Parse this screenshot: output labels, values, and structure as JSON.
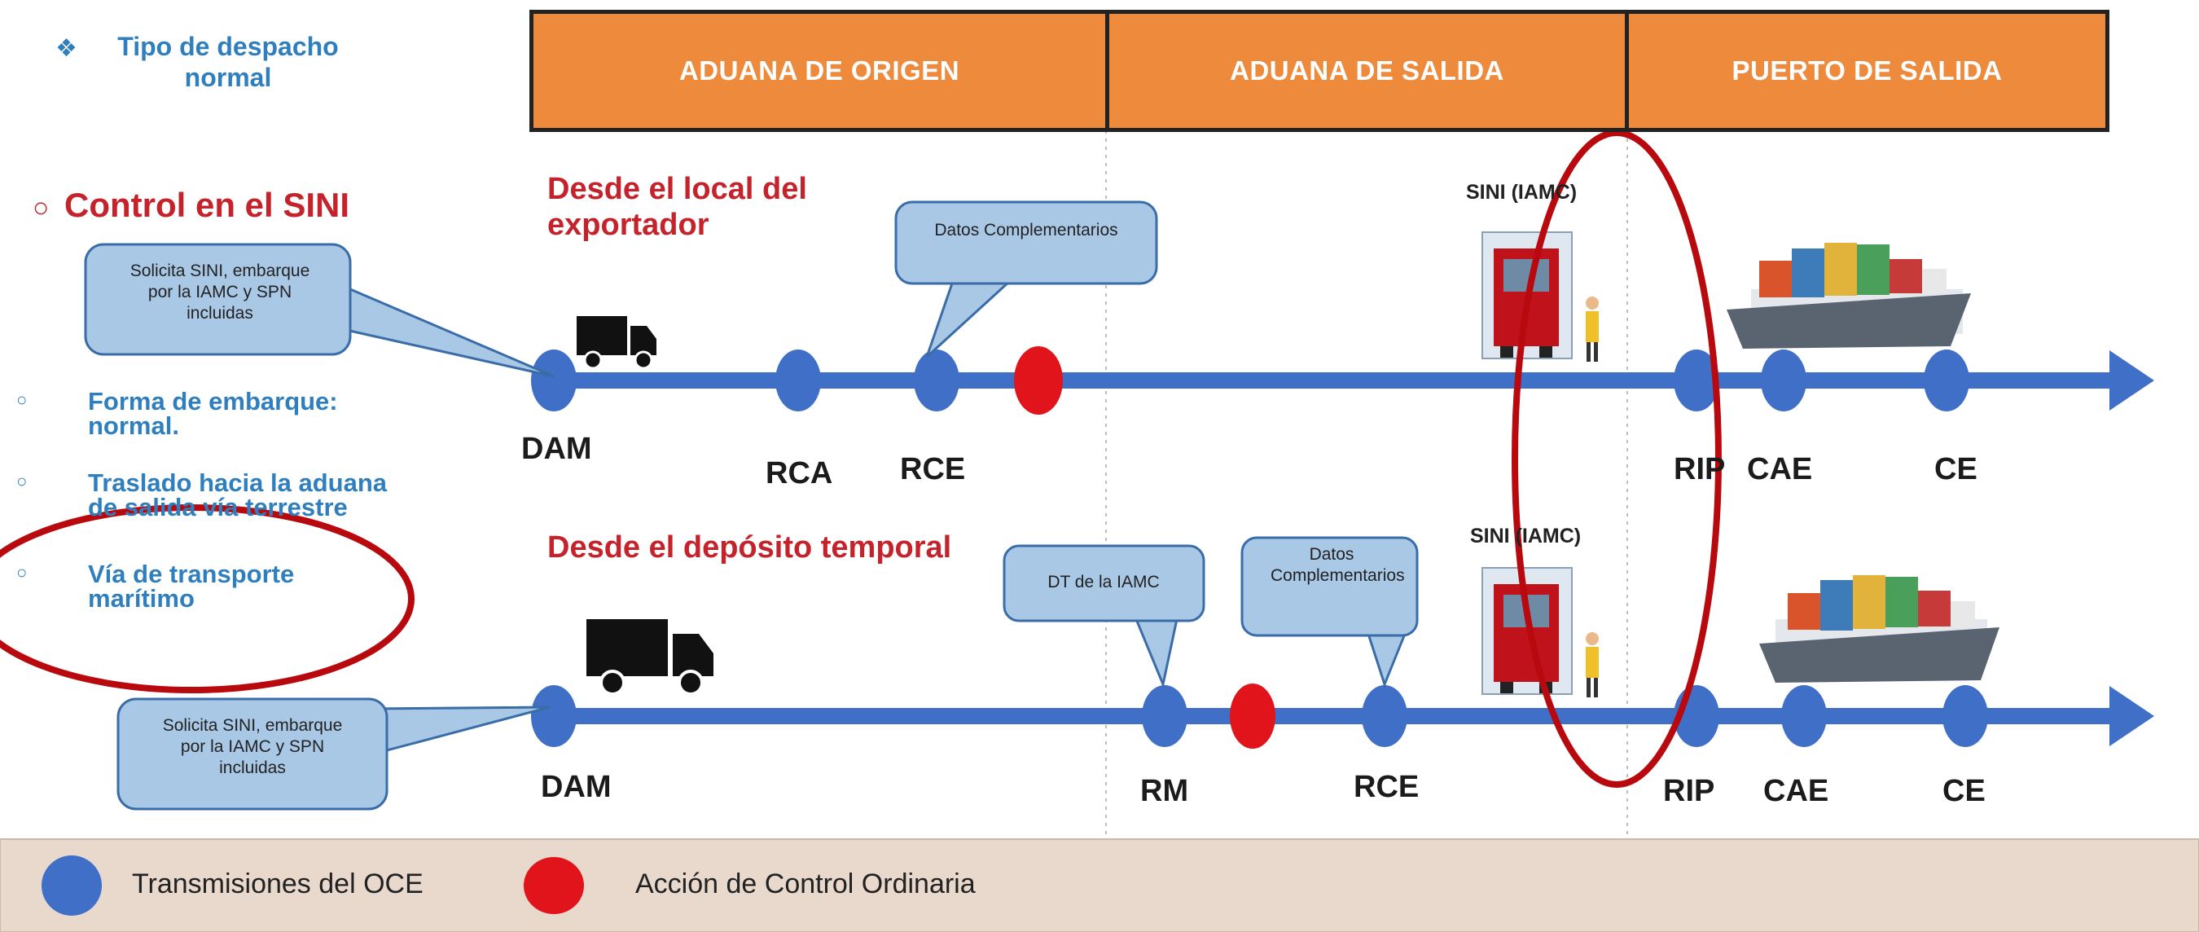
{
  "header": {
    "dispatch_title": "Tipo de despacho normal",
    "stages": [
      "ADUANA DE ORIGEN",
      "ADUANA DE SALIDA",
      "PUERTO DE SALIDA"
    ]
  },
  "sidebar": {
    "control_heading": "Control en el SINI",
    "items": [
      "Forma de embarque: normal.",
      "Traslado hacia la aduana de salida vía terrestre",
      "Vía de transporte marítimo"
    ]
  },
  "row1": {
    "title": "Desde el local del exportador",
    "callout_request": "Solicita SINI, embarque por la IAMC y SPN incluidas",
    "callout_data": "Datos Complementarios",
    "sini_label": "SINI (IAMC)",
    "nodes": [
      "DAM",
      "RCA",
      "RCE",
      "RIP",
      "CAE",
      "CE"
    ]
  },
  "row2": {
    "title": "Desde el depósito temporal",
    "callout_request": "Solicita SINI, embarque por la IAMC y SPN incluidas",
    "callout_dt": "DT de la IAMC",
    "callout_data": "Datos Complementarios",
    "sini_label": "SINI (IAMC)",
    "nodes": [
      "DAM",
      "RM",
      "RCE",
      "RIP",
      "CAE",
      "CE"
    ]
  },
  "legend": {
    "blue_label": "Transmisiones del OCE",
    "red_label": "Acción de Control Ordinaria"
  },
  "colors": {
    "orange": "#ee8a3c",
    "blue_line": "#3f6fc6",
    "red_dot": "#e2141b",
    "callout_fill": "#a9c8e6",
    "legend_bg": "#e9d9cc",
    "annotation_red": "#b8090f"
  }
}
